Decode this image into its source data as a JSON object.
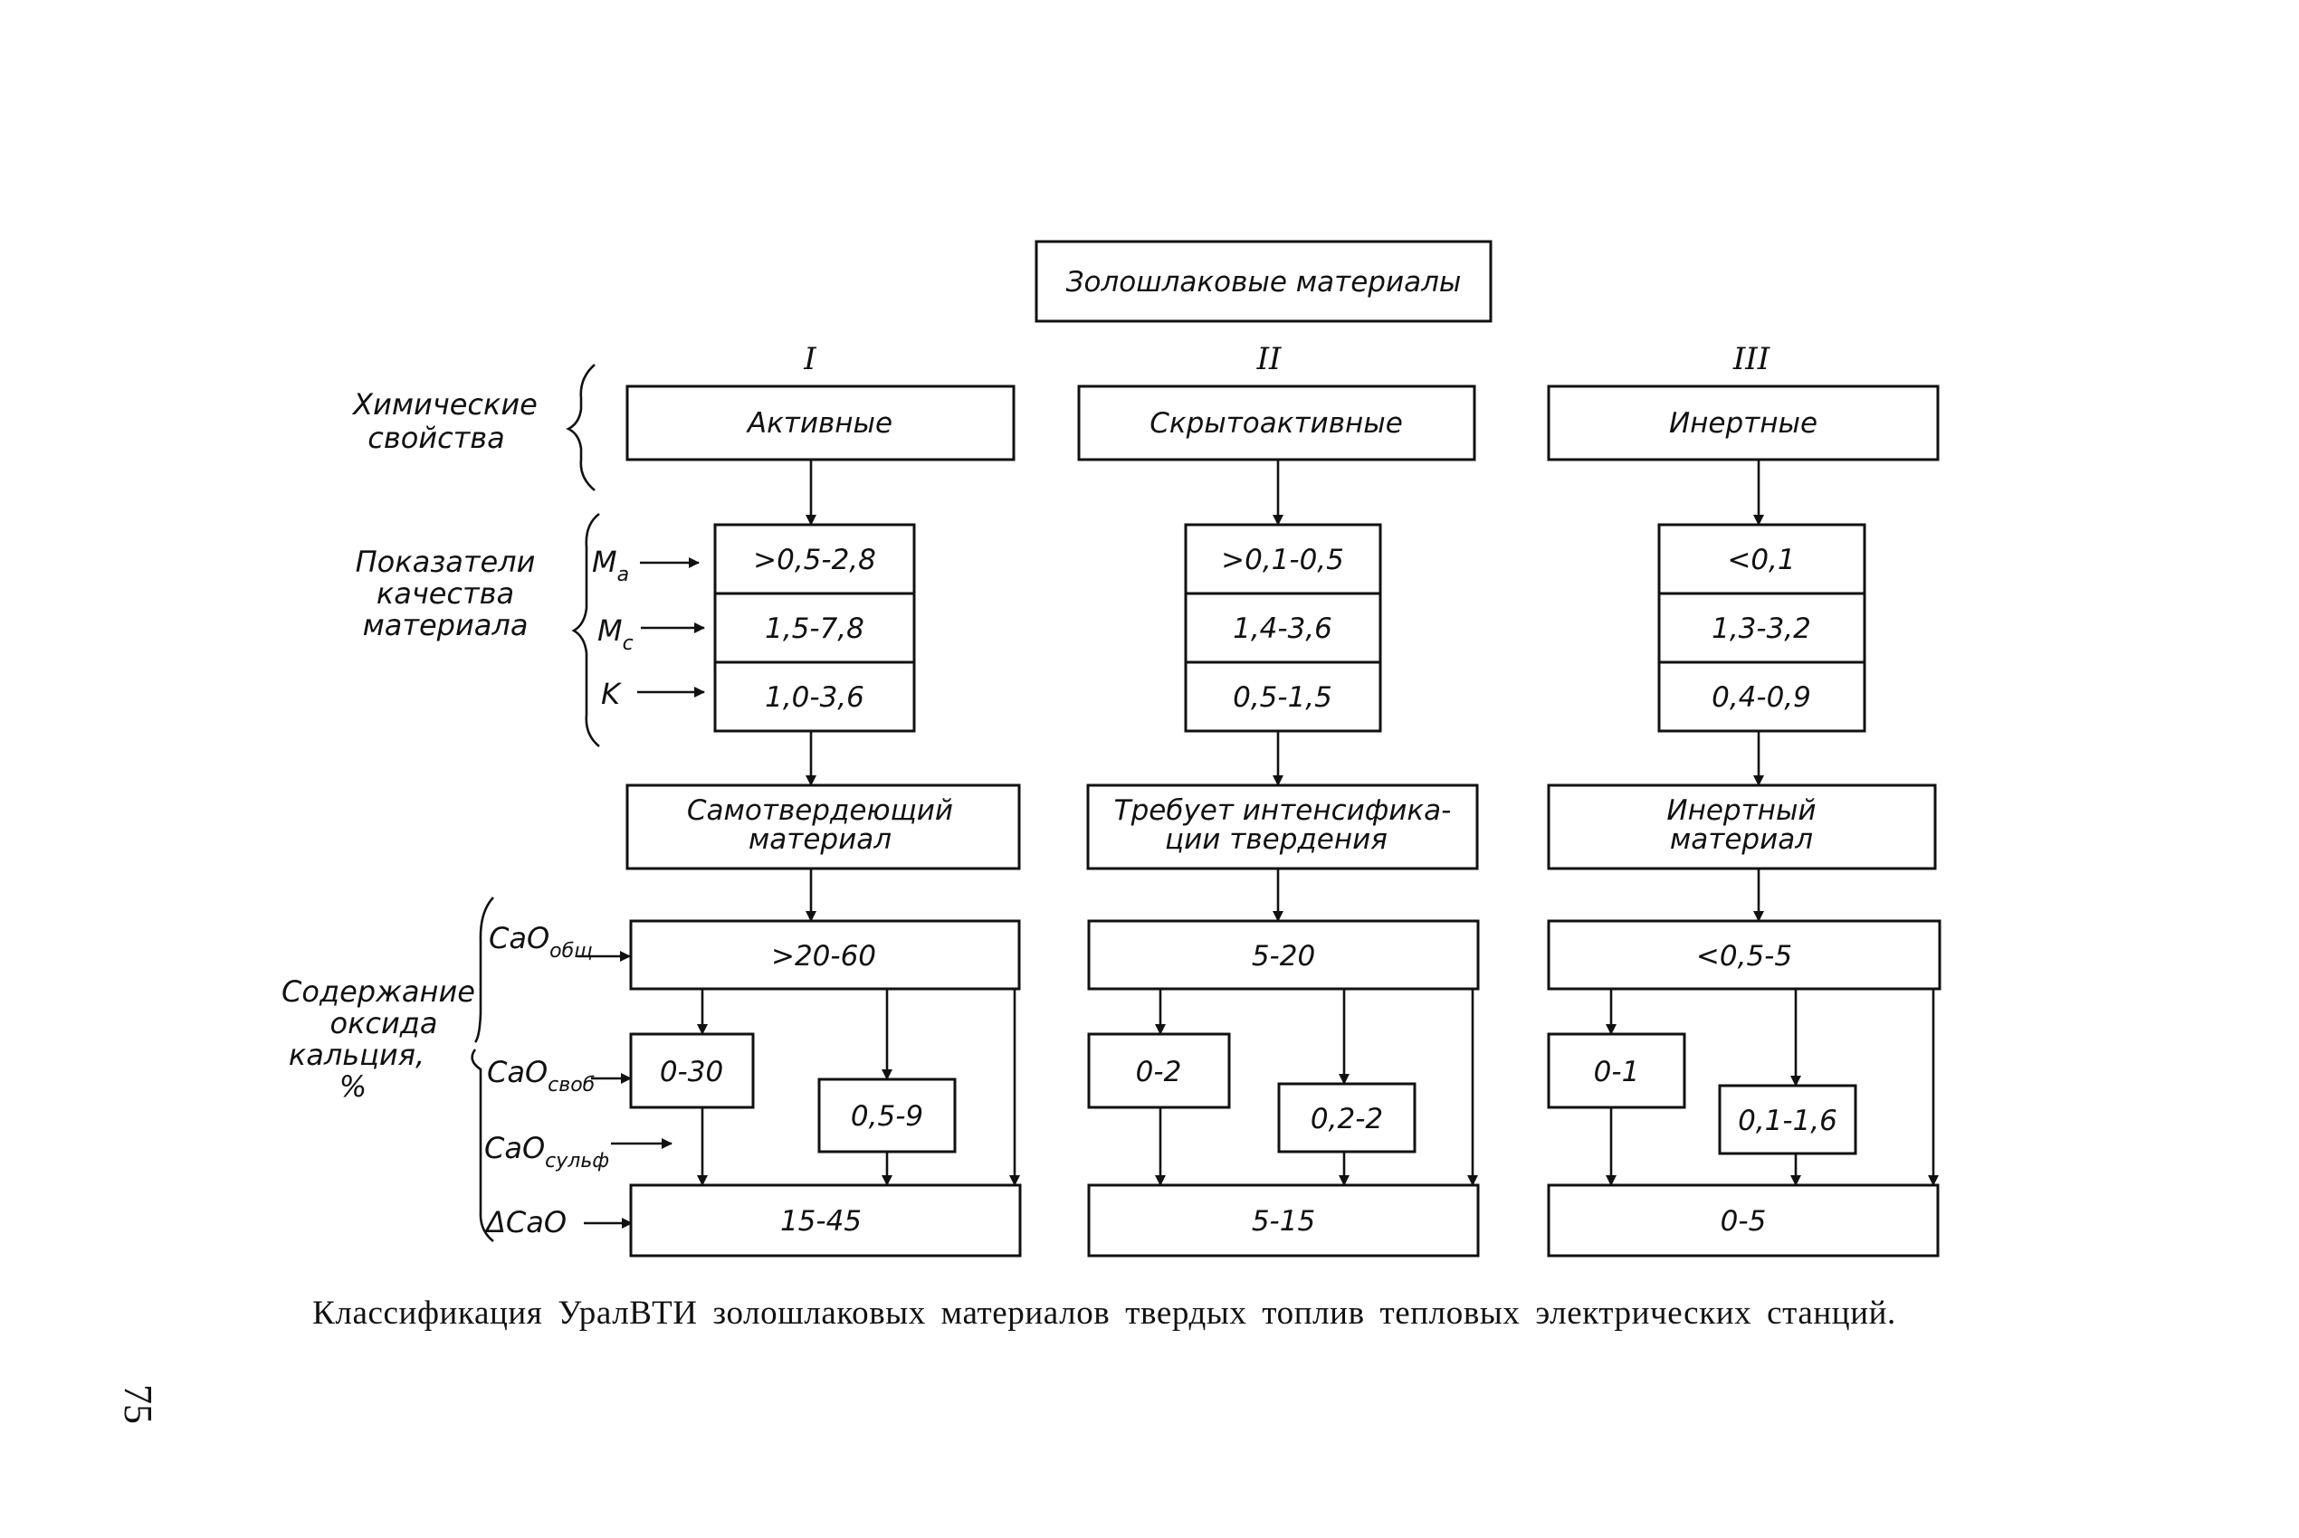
{
  "root": {
    "title": "Золошлаковые материалы"
  },
  "columns": [
    {
      "roman": "I",
      "chem": "Активные",
      "quality": [
        "0,5-2,8",
        "1,5-7,8",
        "1,0-3,6"
      ],
      "hardening": [
        "Самотвердеющий",
        "материал"
      ],
      "cao_total": ">20-60",
      "cao_free": "0-30",
      "cao_sulf": "0,5-9",
      "delta_cao": "15-45"
    },
    {
      "roman": "II",
      "chem": "Скрытоактивные",
      "quality": [
        "0,1-0,5",
        "1,4-3,6",
        "0,5-1,5"
      ],
      "hardening": [
        "Требует интенсифика-",
        "ции твердения"
      ],
      "cao_total": "5-20",
      "cao_free": "0-2",
      "cao_sulf": "0,2-2",
      "delta_cao": "5-15"
    },
    {
      "roman": "III",
      "chem": "Инертные",
      "quality": [
        "<0,1",
        "1,3-3,2",
        "0,4-0,9"
      ],
      "hardening": [
        "Инертный",
        "материал"
      ],
      "cao_total": "<0,5-5",
      "cao_free": "0-1",
      "cao_sulf": "0,1-1,6",
      "delta_cao": "0-5"
    }
  ],
  "row_labels": {
    "chemical": [
      "Химические",
      "свойства"
    ],
    "quality": [
      "Показатели",
      "качества",
      "материала"
    ],
    "calcium": [
      "Содержание",
      "оксида",
      "кальция,",
      "%"
    ]
  },
  "quality_indicators": [
    {
      "sym": "M",
      "sub": "a"
    },
    {
      "sym": "M",
      "sub": "c"
    },
    {
      "sym": "K",
      "sub": ""
    }
  ],
  "calcium_indicators": [
    {
      "sym": "CaO",
      "sub": "общ"
    },
    {
      "sym": "CaO",
      "sub": "своб"
    },
    {
      "sym": "CaO",
      "sub": "сульф"
    },
    {
      "sym": "ΔCaO",
      "sub": ""
    }
  ],
  "caption": "Классификация УралВТИ золошлаковых материалов твердых топлив тепловых электрических станций.",
  "page_number": "75"
}
